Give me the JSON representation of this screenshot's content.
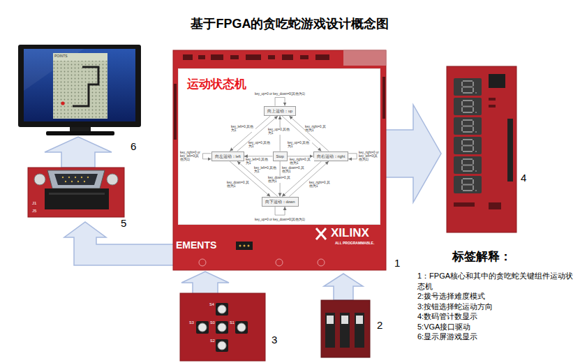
{
  "diagram": {
    "title": "基于FPGA的贪吃蛇游戏设计概念图",
    "nodes": [
      {
        "text": [
          "运动状态机"
        ]
      },
      {
        "text": [
          "向上运动：up"
        ],
        "in": 0
      },
      {
        "text": [
          "向左运动：left"
        ],
        "in": 0
      },
      {
        "text": [
          "Stop"
        ],
        "in": 0
      },
      {
        "text": [
          "向右运动：right"
        ],
        "in": 0
      },
      {
        "text": [
          "向下运动：down"
        ],
        "in": 0
      }
    ],
    "edges": [
      {
        "from": 1,
        "to": 1,
        "label": "key_up=0 or key_down=0(其他为1)",
        "arrow": "to"
      },
      {
        "from": 2,
        "to": 2,
        "label": "key_right=0 or key_left=0(其他为1)",
        "arrow": "to"
      },
      {
        "from": 4,
        "to": 4,
        "label": "key_right=0 or key_left=0(其他为1)",
        "arrow": "to"
      },
      {
        "from": 5,
        "to": 5,
        "label": "key_up=0 or key_down=0(其他为1)",
        "arrow": "to"
      },
      {
        "from": 1,
        "to": 2,
        "label": "key_left=0,其他为1",
        "arrow": "to"
      },
      {
        "from": 2,
        "to": 1,
        "label": "key_up=0,其他为1",
        "arrow": "to"
      },
      {
        "from": 1,
        "to": 4,
        "label": "key_right=0,其他为1",
        "arrow": "to"
      },
      {
        "from": 4,
        "to": 1,
        "label": "key_up=0,其他为1",
        "arrow": "to"
      },
      {
        "from": 2,
        "to": 5,
        "label": "key_down=0,其他为1",
        "arrow": "to"
      },
      {
        "from": 5,
        "to": 2,
        "label": "key_left=0,其他为1",
        "arrow": "to"
      },
      {
        "from": 4,
        "to": 5,
        "label": "key_down=0,其他为1",
        "arrow": "to"
      },
      {
        "from": 5,
        "to": 4,
        "label": "key_right=0,其他为1",
        "arrow": "to"
      },
      {
        "from": 3,
        "to": 1,
        "label": "key_up=0,其他为1",
        "arrow": "to"
      },
      {
        "from": 3,
        "to": 2,
        "label": "key_left=0,其他为1",
        "arrow": "to"
      },
      {
        "from": 3,
        "to": 4,
        "label": "key_right=0,其他为1",
        "arrow": "to"
      },
      {
        "from": 3,
        "to": 5,
        "label": "key_down=0,其他为1",
        "arrow": "to"
      }
    ],
    "labels": [
      "POINTS",
      "6",
      "J1",
      "J5",
      "5",
      "EMENTS",
      "XILINX",
      "ALL PROGRAMMABLE.",
      "1",
      "4",
      "S4",
      "S3",
      "S0",
      "S1",
      "S2",
      "3",
      "2",
      "标签解释：",
      "1：FPGA核心和其中的贪吃蛇关键组件运动状态机",
      "2:拨号选择难度模式",
      "3:按钮选择蛇运动方向",
      "4:数码管计数显示",
      "5:VGA接口驱动",
      "6:显示屏游戏显示"
    ]
  }
}
